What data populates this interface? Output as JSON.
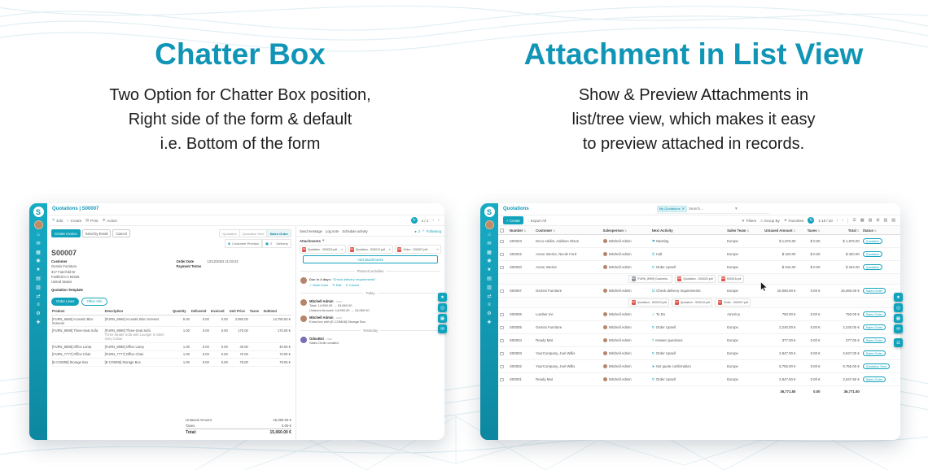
{
  "hero": {
    "left": {
      "title": "Chatter Box",
      "line1": "Two Option for Chatter Box position,",
      "line2": "Right side of the form & default",
      "line3": "i.e. Bottom of the form"
    },
    "right": {
      "title": "Attachment in List View",
      "line1": "Show & Preview Attachments in",
      "line2": "list/tree view, which makes it easy",
      "line3": "to preview attached in records."
    }
  },
  "brand": {
    "teal": "#12a3bc",
    "title_teal": "#1095b6",
    "pdf_red": "#e2574c"
  },
  "icons": {
    "check": "✓",
    "plus": "+",
    "print": "▤",
    "gear": "⚙",
    "refresh": "↻",
    "prev": "‹",
    "next": "›",
    "sort": "⇅",
    "caret": "▾",
    "close": "✕",
    "edit": "✎",
    "export": "↑",
    "filter": "▼",
    "group": "≡",
    "favorite": "★",
    "dot": "●",
    "pdf": "PDF"
  },
  "sidebar": {
    "logo": "S",
    "icons": [
      {
        "name": "home",
        "glyph": "⌂"
      },
      {
        "name": "discuss",
        "glyph": "✉"
      },
      {
        "name": "calendar",
        "glyph": "▦"
      },
      {
        "name": "contacts",
        "glyph": "◉"
      },
      {
        "name": "crm",
        "glyph": "★"
      },
      {
        "name": "sales",
        "glyph": "▤"
      },
      {
        "name": "inventory",
        "glyph": "▥"
      },
      {
        "name": "purchase",
        "glyph": "⇄"
      },
      {
        "name": "accounting",
        "glyph": "≡"
      },
      {
        "name": "settings",
        "glyph": "⚙"
      },
      {
        "name": "apps",
        "glyph": "✚"
      }
    ]
  },
  "edge_tools": [
    {
      "name": "star",
      "glyph": "★"
    },
    {
      "name": "search",
      "glyph": "◎"
    },
    {
      "name": "apps",
      "glyph": "▦"
    },
    {
      "name": "chat",
      "glyph": "✉"
    },
    {
      "name": "menu",
      "glyph": "☰"
    }
  ],
  "view_icons": [
    {
      "name": "list",
      "glyph": "☰"
    },
    {
      "name": "kanban",
      "glyph": "▦"
    },
    {
      "name": "calendar",
      "glyph": "▤"
    },
    {
      "name": "pivot",
      "glyph": "⊞"
    },
    {
      "name": "graph",
      "glyph": "▥"
    },
    {
      "name": "map",
      "glyph": "▨"
    }
  ],
  "form": {
    "breadcrumb": "Quotations | S00007",
    "edit": "Edit",
    "create": "Create",
    "print": "Print",
    "action": "Action",
    "pager": "1 / 1",
    "create_invoice": "Create Invoice",
    "send_email": "Send by Email",
    "cancel": "Cancel",
    "status1": "Quotation",
    "status2": "Quotation Sent",
    "status3": "Sales Order",
    "smart1": "Customer Preview",
    "smart2_count": "2",
    "smart2": "Delivery",
    "record": "S00007",
    "customer_label": "Customer",
    "customer": "Gemini Furniture",
    "addr1": "317 Fairchild Dr",
    "addr2": "Fairfield CA 94535",
    "addr3": "United States",
    "template_label": "Quotation Template",
    "order_date_label": "Order Date",
    "order_date": "12/12/2022 11:03:23",
    "payment_terms_label": "Payment Terms",
    "tab1": "Order Lines",
    "tab2": "Other Info",
    "cols": {
      "product": "Product",
      "description": "Description",
      "quantity": "Quantity",
      "delivered": "Delivered",
      "invoiced": "Invoiced",
      "unit_price": "Unit Price",
      "taxes": "Taxes",
      "subtotal": "Subtotal"
    },
    "lines": [
      {
        "product": "[FURN_6666] Acoustic Bloc Screens",
        "desc": "[FURN_6666] Acoustic Bloc Screens",
        "desc2": "",
        "qty": "5.00",
        "del": "0.00",
        "inv": "0.00",
        "unit": "2,950.00",
        "tax": "",
        "sub": "14,750.00 €"
      },
      {
        "product": "[FURN_8999] Three-Seat Sofa",
        "desc": "[FURN_8999] Three-Seat Sofa",
        "desc2": "Three Seater Sofa with Lounger in Steel Grey Colour",
        "qty": "1.00",
        "del": "0.00",
        "inv": "0.00",
        "unit": "170.00",
        "tax": "",
        "sub": "170.00 €"
      },
      {
        "product": "[FURN_8888] Office Lamp",
        "desc": "[FURN_8888] Office Lamp",
        "desc2": "",
        "qty": "1.00",
        "del": "0.00",
        "inv": "0.00",
        "unit": "40.00",
        "tax": "",
        "sub": "40.00 €"
      },
      {
        "product": "[FURN_7777] Office Chair",
        "desc": "[FURN_7777] Office Chair",
        "desc2": "",
        "qty": "1.00",
        "del": "0.00",
        "inv": "0.00",
        "unit": "70.00",
        "tax": "",
        "sub": "70.00 €"
      },
      {
        "product": "[E-COM08] Storage Box",
        "desc": "[E-COM08] Storage Box",
        "desc2": "",
        "qty": "1.00",
        "del": "0.00",
        "inv": "0.00",
        "unit": "79.00",
        "tax": "",
        "sub": "79.00 €"
      }
    ],
    "untaxed_label": "Untaxed Amount",
    "untaxed": "15,060.00 €",
    "taxes_label": "Taxes",
    "taxes": "0.00 €",
    "total_label": "Total:",
    "total": "15,060.00 €"
  },
  "chatter": {
    "send": "Send message",
    "log": "Log note",
    "schedule": "Schedule activity",
    "follower_count": "2",
    "following": "Following",
    "attachments_label": "Attachments",
    "files": [
      {
        "name": "Quotation - S00023.pdf"
      },
      {
        "name": "Quotation - S00012.pdf"
      },
      {
        "name": "Order - S00007.pdf"
      }
    ],
    "add_attachments": "Add attachments",
    "planned_label": "Planned activities",
    "activity": {
      "due": "Due in 4 days:",
      "title": "“Check delivery requirements”",
      "mark_done": "Mark Done",
      "edit": "Edit",
      "cancel": "Cancel"
    },
    "today": "Today",
    "msg1": {
      "author": "Mitchell Admin",
      "time": "- now",
      "line1": "Total: 14,950.00 → 15,060.00",
      "line2": "Untaxed Amount: 14,950.00 → 15,060.00"
    },
    "msg2": {
      "author": "Mitchell Admin",
      "time": "- now",
      "line1": "Extra line with [E-COM08] Storage Box"
    },
    "yesterday": "Yesterday",
    "msg3": {
      "author": "OdooBot",
      "time": "- now",
      "line1": "Sales Order created"
    }
  },
  "list": {
    "breadcrumb": "Quotations",
    "facet_label": "My Quotations",
    "search_placeholder": "Search...",
    "create": "Create",
    "export_all": "Export All",
    "filters": "Filters",
    "group_by": "Group By",
    "favorites": "Favorites",
    "pager": "1-10 / 10",
    "cols": {
      "number": "Number",
      "customer": "Customer",
      "salesperson": "Salesperson",
      "next_activity": "Next Activity",
      "sales_team": "Sales Team",
      "untaxed": "Untaxed Amount",
      "taxes": "Taxes",
      "total": "Total",
      "status": "Status"
    },
    "rows": [
      {
        "number": "S00023",
        "customer": "Deco Addict, Addison Olson",
        "sp": "Mitchell Admin",
        "icon": "⚑",
        "activity": "Meeting",
        "team": "Europe",
        "untaxed": "$ 1,876.00",
        "taxes": "$ 0.00",
        "total": "$ 1,876.00",
        "status": "Quotation"
      },
      {
        "number": "S00022",
        "customer": "Azure Interior, Nicole Ford",
        "sp": "Mitchell Admin",
        "icon": "✆",
        "activity": "Call",
        "team": "Europe",
        "untaxed": "$ 320.00",
        "taxes": "$ 0.00",
        "total": "$ 320.00",
        "status": "Quotation"
      },
      {
        "number": "S00020",
        "customer": "Azure Interior",
        "sp": "Mitchell Admin",
        "icon": "↻",
        "activity": "Order Upsell",
        "team": "Europe",
        "untaxed": "$ 344.00",
        "taxes": "$ 0.00",
        "total": "$ 344.00",
        "status": "Quotation"
      },
      {
        "number": "S00007",
        "customer": "Gemini Furniture",
        "sp": "Mitchell Admin",
        "icon": "☑",
        "activity": "Check delivery requirements",
        "team": "Europe",
        "untaxed": "15,060.00 €",
        "taxes": "0.00 €",
        "total": "15,060.00 €",
        "status": "Sales Order"
      },
      {
        "number": "S00006",
        "customer": "Lumber Inc",
        "sp": "Mitchell Admin",
        "icon": "✓",
        "activity": "To Do",
        "team": "America",
        "untaxed": "750.00 €",
        "taxes": "0.00 €",
        "total": "750.00 €",
        "status": "Sales Order"
      },
      {
        "number": "S00005",
        "customer": "Gemini Furniture",
        "sp": "Mitchell Admin",
        "icon": "↻",
        "activity": "Order Upsell",
        "team": "Europe",
        "untaxed": "2,240.00 €",
        "taxes": "0.00 €",
        "total": "2,240.00 €",
        "status": "Sales Order"
      },
      {
        "number": "S00004",
        "customer": "Ready Mat",
        "sp": "Mitchell Admin",
        "icon": "?",
        "activity": "Answer questions",
        "team": "Europe",
        "untaxed": "377.00 €",
        "taxes": "0.00 €",
        "total": "377.00 €",
        "status": "Sales Order"
      },
      {
        "number": "S00003",
        "customer": "YourCompany, Joel Willis",
        "sp": "Mitchell Admin",
        "icon": "↻",
        "activity": "Order Upsell",
        "team": "Europe",
        "untaxed": "2,947.00 €",
        "taxes": "0.00 €",
        "total": "2,947.00 €",
        "status": "Sales Order"
      },
      {
        "number": "S00002",
        "customer": "YourCompany, Joel Willis",
        "sp": "Mitchell Admin",
        "icon": "➤",
        "activity": "Set quote confirmation",
        "team": "Europe",
        "untaxed": "9,755.00 €",
        "taxes": "0.00 €",
        "total": "9,755.00 €",
        "status": "Quotation Sent"
      },
      {
        "number": "S00001",
        "customer": "Ready Mat",
        "sp": "Mitchell Admin",
        "icon": "↻",
        "activity": "Order Upsell",
        "team": "Europe",
        "untaxed": "2,947.50 €",
        "taxes": "0.00 €",
        "total": "2,947.50 €",
        "status": "Sales Order"
      }
    ],
    "attachments1": [
      {
        "name": "[FURN_8999] Customiz..."
      },
      {
        "name": "Quotation - S00020.pdf"
      },
      {
        "name": "S00015.pdf"
      }
    ],
    "attachments2": [
      {
        "name": "Quotation - S00023.pdf"
      },
      {
        "name": "Quotation - S00010.pdf"
      },
      {
        "name": "Order - S00007.pdf"
      }
    ],
    "sum_untaxed": "36,771.50",
    "sum_taxes": "0.00",
    "sum_total": "36,771.50"
  }
}
